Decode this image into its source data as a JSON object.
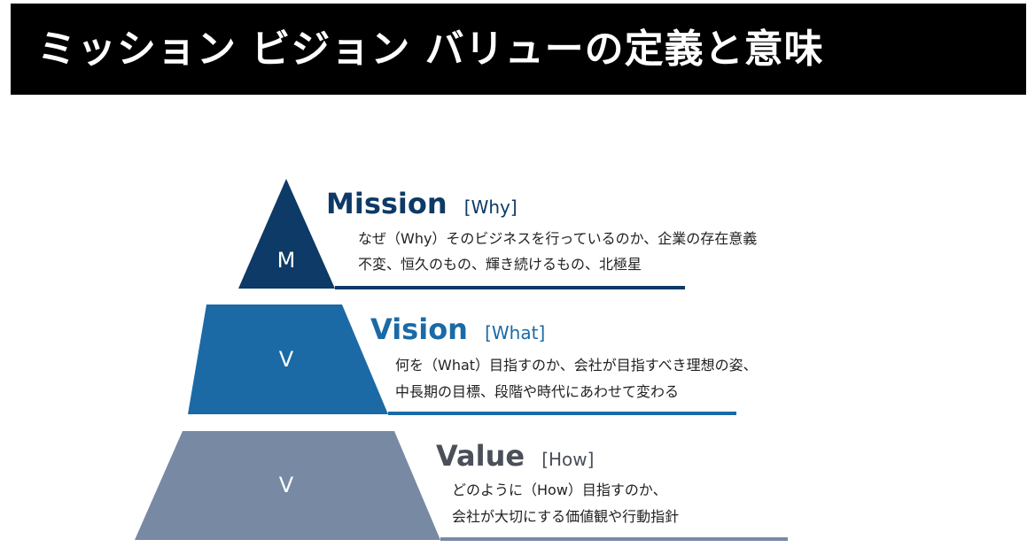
{
  "title": "ミッション ビジョン バリューの定義と意味",
  "tiers": [
    {
      "letter": "M",
      "heading": "Mission",
      "tag": "[Why]",
      "line1": "なぜ（Why）そのビジネスを行っているのか、企業の存在意義",
      "line2": "不変、恒久のもの、輝き続けるもの、北極星",
      "color": "#0d3a66",
      "heading_color": "#0d3a66"
    },
    {
      "letter": "V",
      "heading": "Vision",
      "tag": "[What]",
      "line1": "何を（What）目指すのか、会社が目指すべき理想の姿、",
      "line2": "中長期の目標、段階や時代にあわせて変わる",
      "color": "#1b6aa6",
      "heading_color": "#1b6aa6"
    },
    {
      "letter": "V",
      "heading": "Value",
      "tag": "[How]",
      "line1": "どのように（How）目指すのか、",
      "line2": "会社が大切にする価値観や行動指針",
      "color": "#7889a4",
      "heading_color": "#4a4f59"
    }
  ]
}
